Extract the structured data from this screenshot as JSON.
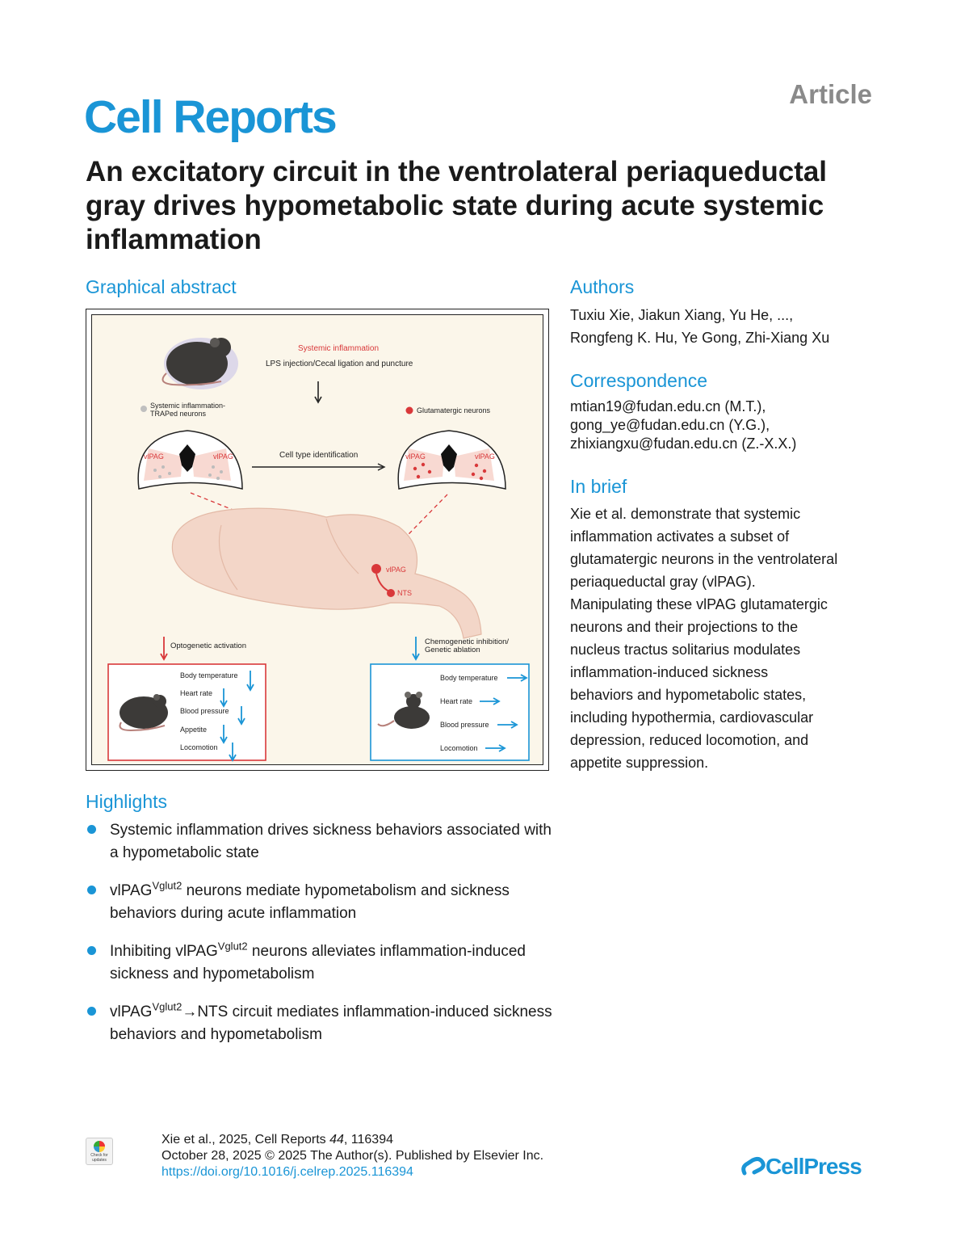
{
  "header": {
    "article_type": "Article",
    "journal": "Cell Reports",
    "title": "An excitatory circuit in the ventrolateral periaqueductal gray drives hypometabolic state during acute systemic inflammation"
  },
  "graphical_abstract": {
    "heading": "Graphical abstract",
    "systemic_inflammation": "Systemic inflammation",
    "lps": "LPS injection/Cecal ligation and puncture",
    "traped_legend_1": "Systemic inflammation-",
    "traped_legend_2": "TRAPed neurons",
    "glut_legend": "Glutamatergic neurons",
    "vlpag": "vlPAG",
    "cell_type": "Cell type identification",
    "nts": "NTS",
    "opto": "Optogenetic activation",
    "chemo_1": "Chemogenetic inhibition/",
    "chemo_2": "Genetic ablation",
    "left_outcomes": [
      "Body temperature",
      "Heart rate",
      "Blood pressure",
      "Appetite",
      "Locomotion"
    ],
    "right_outcomes": [
      "Body temperature",
      "Heart rate",
      "Blood pressure",
      "Locomotion"
    ]
  },
  "authors": {
    "heading": "Authors",
    "line1": "Tuxiu Xie, Jiakun Xiang, Yu He, ...,",
    "line2": "Rongfeng K. Hu, Ye Gong, Zhi-Xiang Xu"
  },
  "correspondence": {
    "heading": "Correspondence",
    "emails": [
      "mtian19@fudan.edu.cn (M.T.),",
      "gong_ye@fudan.edu.cn (Y.G.),",
      "zhixiangxu@fudan.edu.cn (Z.-X.X.)"
    ]
  },
  "in_brief": {
    "heading": "In brief",
    "lines": [
      "Xie et al. demonstrate that systemic",
      "inflammation activates a subset of",
      "glutamatergic neurons in the ventrolateral",
      "periaqueductal gray (vlPAG).",
      "Manipulating these vlPAG glutamatergic",
      "neurons and their projections to the",
      "nucleus tractus solitarius modulates",
      "inflammation-induced sickness",
      "behaviors and hypometabolic states,",
      "including hypothermia, cardiovascular",
      "depression, reduced locomotion, and",
      "appetite suppression."
    ]
  },
  "highlights": {
    "heading": "Highlights",
    "h1": "Systemic inflammation drives sickness behaviors associated with a hypometabolic state",
    "h2_pre": "vlPAG",
    "h2_sup": "Vglut2",
    "h2_post": " neurons mediate hypometabolism and sickness behaviors during acute inflammation",
    "h3_pre": "Inhibiting vlPAG",
    "h3_sup": "Vglut2",
    "h3_post": " neurons alleviates inflammation-induced sickness and hypometabolism",
    "h4_pre": "vlPAG",
    "h4_sup": "Vglut2",
    "h4_post": "→NTS circuit mediates inflammation-induced sickness behaviors and hypometabolism"
  },
  "footer": {
    "citation_pre": "Xie et al., 2025, Cell Reports ",
    "volume": "44",
    "citation_post": ", 116394",
    "date_line": "October 28, 2025 © 2025 The Author(s). Published by Elsevier Inc.",
    "doi": "https://doi.org/10.1016/j.celrep.2025.116394",
    "publisher": "CellPress",
    "badge": "Check for updates"
  },
  "colors": {
    "accent": "#1a95d6",
    "red": "#d9383a",
    "article_gray": "#8a8a8a"
  }
}
